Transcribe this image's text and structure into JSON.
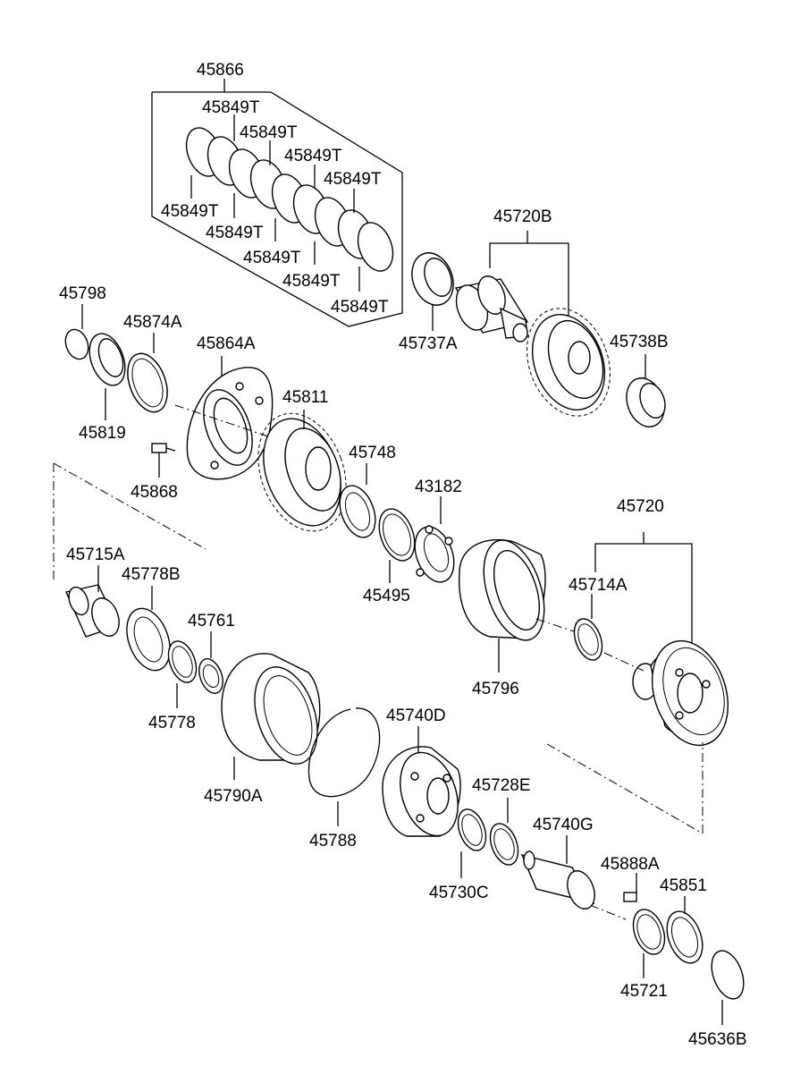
{
  "labels": {
    "p45866": "45866",
    "p45849T_1": "45849T",
    "p45849T_2": "45849T",
    "p45849T_3": "45849T",
    "p45849T_4": "45849T",
    "p45849T_5": "45849T",
    "p45849T_6": "45849T",
    "p45849T_7": "45849T",
    "p45849T_8": "45849T",
    "p45720B": "45720B",
    "p45737A": "45737A",
    "p45738B": "45738B",
    "p45798": "45798",
    "p45874A": "45874A",
    "p45864A": "45864A",
    "p45819": "45819",
    "p45811": "45811",
    "p45868": "45868",
    "p45748": "45748",
    "p43182": "43182",
    "p45495": "45495",
    "p45720": "45720",
    "p45714A": "45714A",
    "p45715A": "45715A",
    "p45778B": "45778B",
    "p45761": "45761",
    "p45778": "45778",
    "p45796": "45796",
    "p45790A": "45790A",
    "p45740D": "45740D",
    "p45788": "45788",
    "p45728E": "45728E",
    "p45730C": "45730C",
    "p45740G": "45740G",
    "p45888A": "45888A",
    "p45851": "45851",
    "p45721": "45721",
    "p45636B": "45636B"
  }
}
